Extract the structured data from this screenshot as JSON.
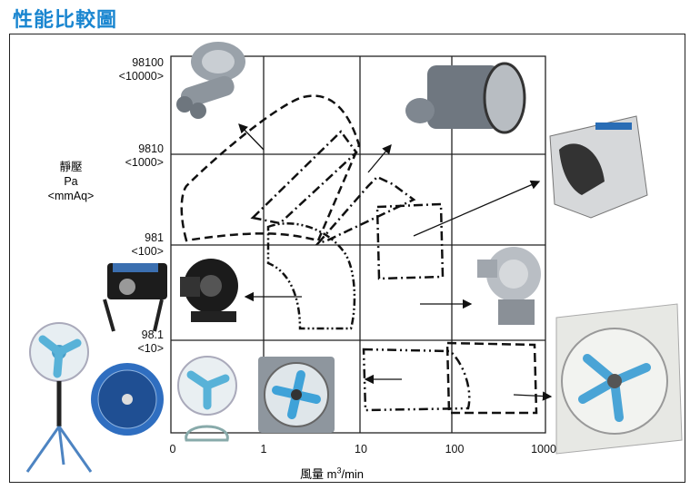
{
  "title": "性能比較圖",
  "y_axis": {
    "title": "靜壓",
    "unit": "Pa",
    "unit_alt": "<mmAq>",
    "ticks": [
      {
        "pa": "98100",
        "mmaq": "<10000>"
      },
      {
        "pa": "9810",
        "mmaq": "<1000>"
      },
      {
        "pa": "981",
        "mmaq": "<100>"
      },
      {
        "pa": "98.1",
        "mmaq": "<10>"
      }
    ]
  },
  "x_axis": {
    "title_prefix": "風量 m",
    "title_sup": "3",
    "title_suffix": "/min",
    "ticks": [
      "0",
      "1",
      "10",
      "100",
      "1000"
    ]
  },
  "colors": {
    "title": "#1a86d0",
    "grid": "#222222",
    "curve": "#111111"
  }
}
